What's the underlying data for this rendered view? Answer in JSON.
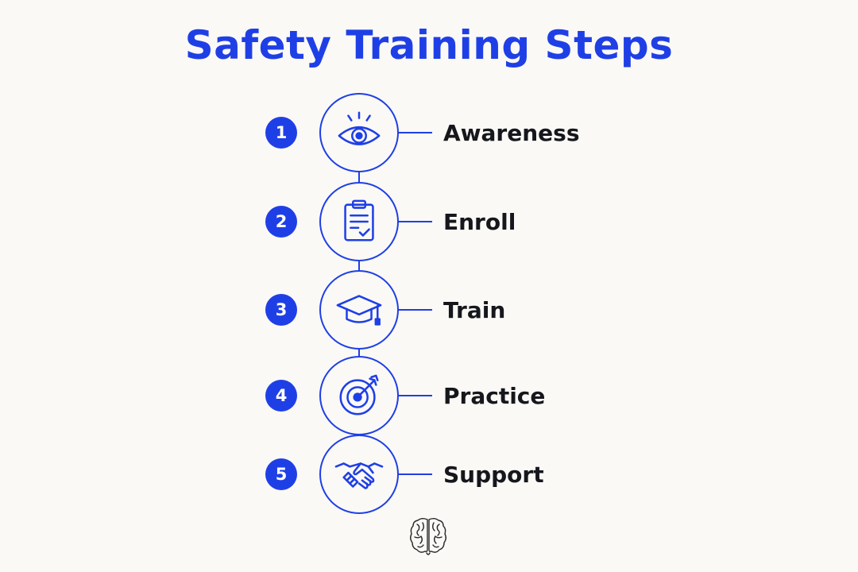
{
  "title": "Safety Training Steps",
  "accent_color": "#1f3fe6",
  "steps": [
    {
      "number": "1",
      "label": "Awareness",
      "icon": "eye-icon"
    },
    {
      "number": "2",
      "label": "Enroll",
      "icon": "clipboard-icon"
    },
    {
      "number": "3",
      "label": "Train",
      "icon": "graduation-cap-icon"
    },
    {
      "number": "4",
      "label": "Practice",
      "icon": "target-icon"
    },
    {
      "number": "5",
      "label": "Support",
      "icon": "handshake-icon"
    }
  ],
  "footer_icon": "brain-icon"
}
